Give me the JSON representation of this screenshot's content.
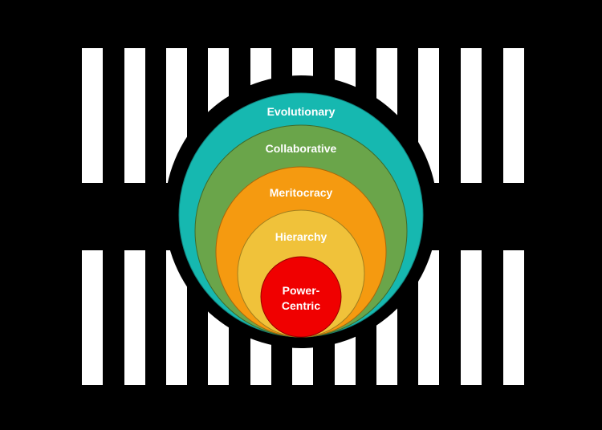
{
  "diagram": {
    "background_color": "#000000",
    "stripe_color": "#ffffff",
    "ring_color": "#000000",
    "layers": [
      {
        "id": "evolutionary",
        "label": "Evolutionary",
        "color": "#16b8b0"
      },
      {
        "id": "collaborative",
        "label": "Collaborative",
        "color": "#6aa54a"
      },
      {
        "id": "meritocracy",
        "label": "Meritocracy",
        "color": "#f59a10"
      },
      {
        "id": "hierarchy",
        "label": "Hierarchy",
        "color": "#f0c23a"
      },
      {
        "id": "power-centric",
        "label_line1": "Power-",
        "label_line2": "Centric",
        "color": "#f00000"
      }
    ]
  }
}
